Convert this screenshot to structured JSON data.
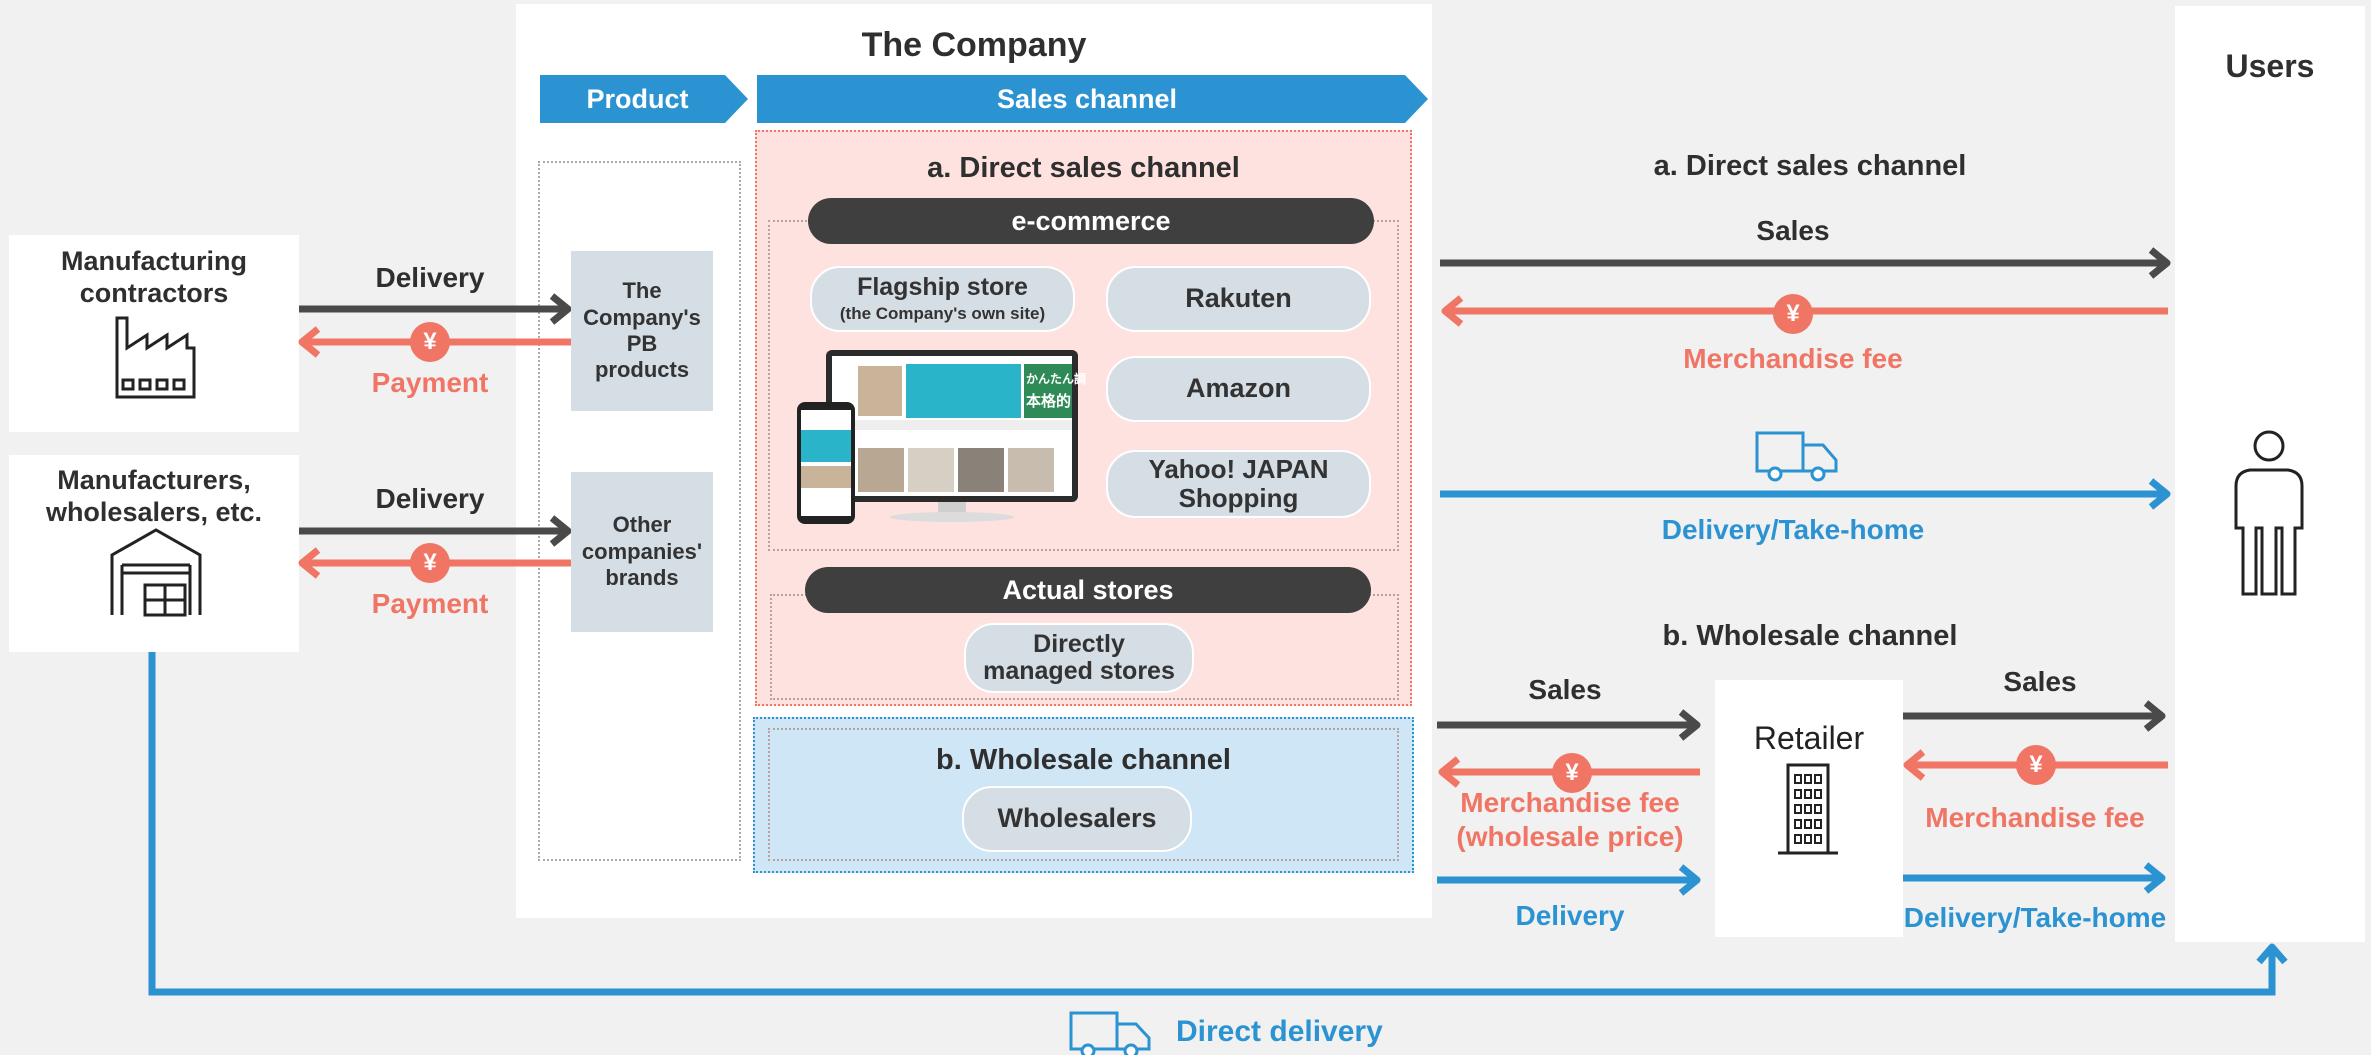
{
  "company": {
    "title": "The Company",
    "product_header": "Product",
    "sales_channel_header": "Sales channel",
    "direct_title": "a. Direct sales channel",
    "ecommerce_label": "e-commerce",
    "flagship_label": "Flagship store",
    "flagship_sub": "(the Company's own site)",
    "rakuten": "Rakuten",
    "amazon": "Amazon",
    "yahoo_line1": "Yahoo! JAPAN",
    "yahoo_line2": "Shopping",
    "actual_stores_label": "Actual stores",
    "direct_stores_line1": "Directly",
    "direct_stores_line2": "managed stores",
    "wholesale_title": "b. Wholesale channel",
    "wholesalers": "Wholesalers",
    "pb_line1": "The",
    "pb_line2": "Company's",
    "pb_line3": "PB",
    "pb_line4": "products",
    "other_line1": "Other",
    "other_line2": "companies'",
    "other_line3": "brands",
    "screen_text_1": "かんたん調",
    "screen_text_2": "本格的"
  },
  "suppliers": {
    "contractors_line1": "Manufacturing",
    "contractors_line2": "contractors",
    "manufacturers_line1": "Manufacturers,",
    "manufacturers_line2": "wholesalers, etc.",
    "delivery": "Delivery",
    "payment": "Payment"
  },
  "right": {
    "direct_title": "a. Direct sales channel",
    "sales": "Sales",
    "merch_fee": "Merchandise fee",
    "delivery_takehome": "Delivery/Take-home",
    "wholesale_title": "b. Wholesale channel",
    "sales_left": "Sales",
    "merch_fee_wholesale_1": "Merchandise fee",
    "merch_fee_wholesale_2": "(wholesale price)",
    "delivery": "Delivery",
    "retailer": "Retailer",
    "sales_right": "Sales",
    "merch_fee_right": "Merchandise fee",
    "delivery_takehome_right": "Delivery/Take-home",
    "users": "Users",
    "direct_delivery": "Direct delivery",
    "yen": "¥"
  },
  "colors": {
    "dark_arrow": "#4a4a4a",
    "red_arrow": "#f07565",
    "blue_arrow": "#2c93d2",
    "direct_bg": "#fde2e0",
    "wholesale_bg": "#cfe6f6"
  }
}
